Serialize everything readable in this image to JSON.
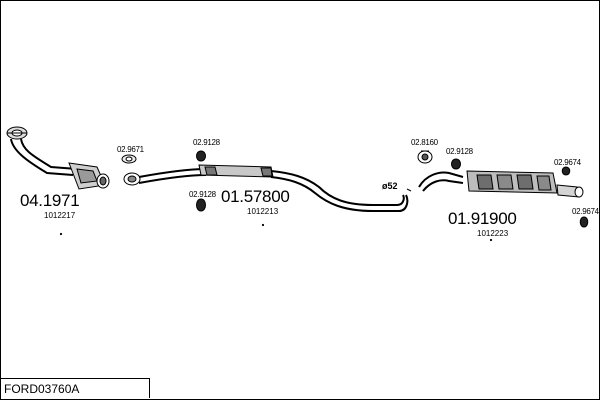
{
  "title": "FORD03760A",
  "parts": [
    {
      "number": "04.1971",
      "ref": "1012217"
    },
    {
      "number": "01.57800",
      "ref": "1012213"
    },
    {
      "number": "01.91900",
      "ref": "1012223"
    }
  ],
  "accessories": {
    "gasket_front": "02.9671",
    "hanger_mid_top": "02.9128",
    "hanger_mid_bottom": "02.9128",
    "clamp_rear": "02.8160",
    "hanger_rear": "02.9128",
    "rubber_tail_top": "02.9674",
    "rubber_tail_bottom": "02.9674"
  },
  "diameter_label": "ø52"
}
